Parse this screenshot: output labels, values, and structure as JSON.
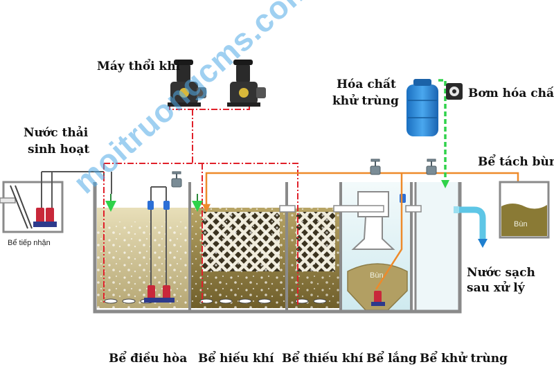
{
  "labels": {
    "blower": "Máy thổi khí",
    "chemical_line1": "Hóa chất",
    "chemical_line2": "khử trùng",
    "dosing_pump": "Bơm hóa chất",
    "wastewater_line1": "Nước thải",
    "wastewater_line2": "sinh hoạt",
    "sludge_tank": "Bể tách bùn",
    "receiving_tank": "Bể tiếp nhận",
    "clean_water_line1": "Nước sạch",
    "clean_water_line2": "sau xử lý",
    "sludge_settling": "Bùn",
    "sludge_separation": "Bùn"
  },
  "tank_labels": [
    "Bể điều hòa",
    "Bể hiếu khí",
    "Bể thiếu khí",
    "Bể lắng",
    "Bể khử trùng"
  ],
  "watermark": "moitruongcms.com",
  "colors": {
    "air_line": "#e0202a",
    "sludge_line": "#ee8a2a",
    "chemical_line": "#2fd24a",
    "water_tank": "#d6ad2a",
    "tank_wall": "#8a8a8a",
    "pump": "#c8283a",
    "watermark": "#50aae6"
  }
}
